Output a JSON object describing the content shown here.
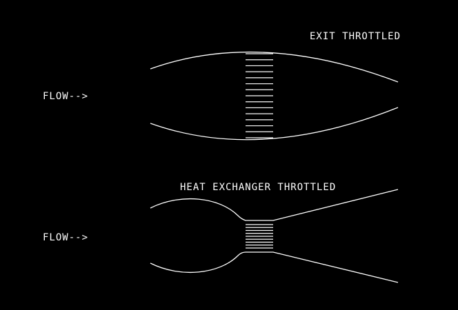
{
  "colors": {
    "background": "#000000",
    "stroke": "#ffffff"
  },
  "diagrams": [
    {
      "id": "exit-throttled",
      "title": "EXIT THROTTLED",
      "flow_label": "FLOW-->",
      "throttle_lines": 15
    },
    {
      "id": "heat-exchanger-throttled",
      "title": "HEAT EXCHANGER THROTTLED",
      "flow_label": "FLOW-->",
      "throttle_lines": 9
    }
  ]
}
